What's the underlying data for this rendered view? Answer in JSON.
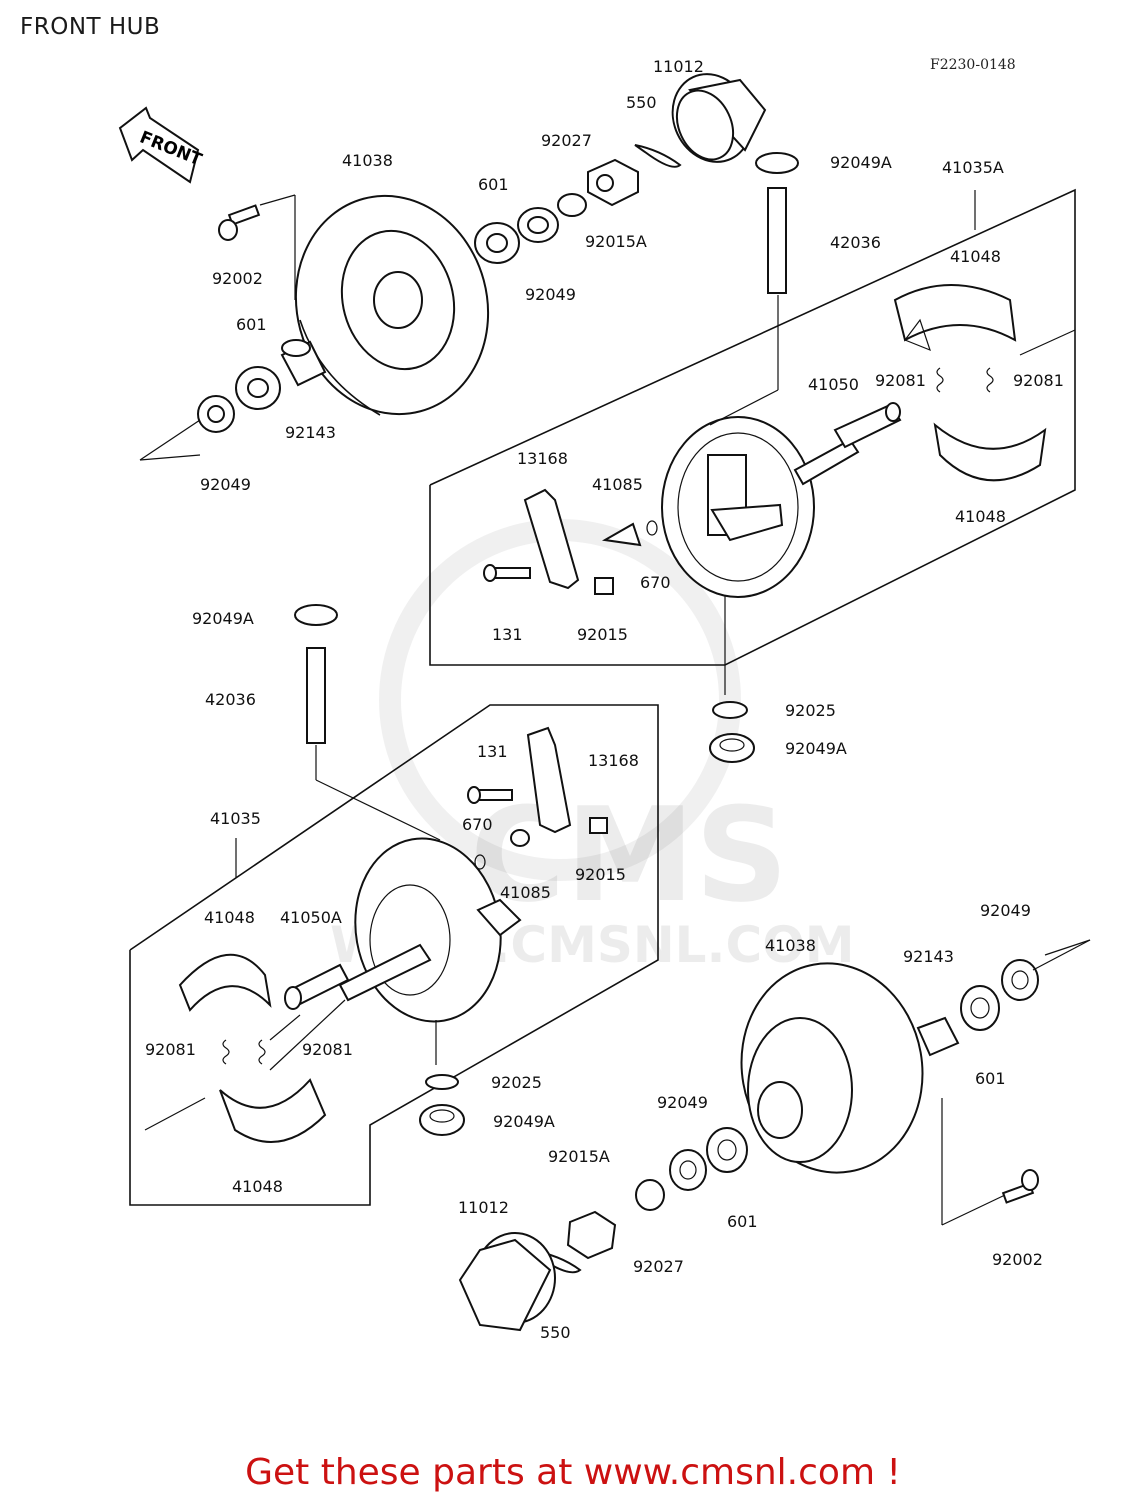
{
  "title": "FRONT HUB",
  "diagram_code": "F2230-0148",
  "front_arrow": "FRONT",
  "watermark": {
    "main": "CMS",
    "url": "WWW.CMSNL.COM"
  },
  "footer": "Get these parts at www.cmsnl.com !",
  "labels": [
    "11012",
    "550",
    "92049A",
    "41035A",
    "41038",
    "601",
    "92027",
    "92015A",
    "92049",
    "42036",
    "41048",
    "92002",
    "601",
    "92143",
    "92081",
    "92081",
    "41050",
    "92049",
    "13168",
    "41085",
    "670",
    "41048",
    "92049A",
    "131",
    "92015",
    "42036",
    "92025",
    "92049A",
    "131",
    "13168",
    "670",
    "41035",
    "92015",
    "41085",
    "41048",
    "41050A",
    "92049",
    "41038",
    "92143",
    "92081",
    "92081",
    "601",
    "92025",
    "92049",
    "92015A",
    "92049A",
    "41048",
    "11012",
    "92027",
    "601",
    "92002",
    "550"
  ]
}
